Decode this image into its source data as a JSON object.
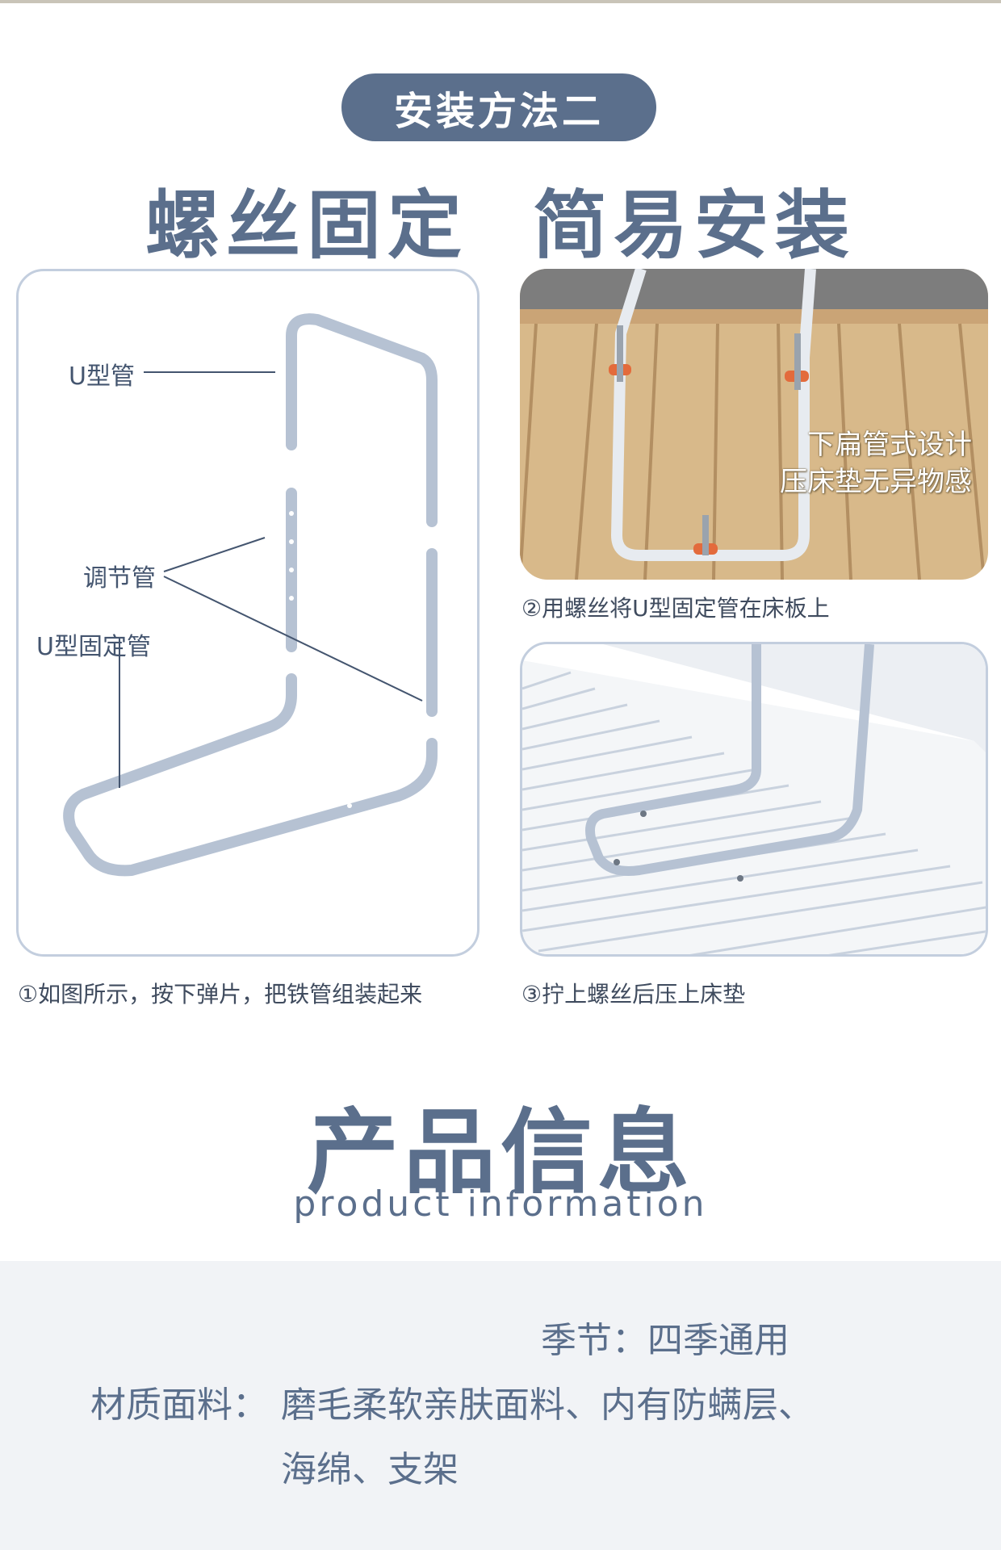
{
  "method_badge": "安装方法二",
  "headline": "螺丝固定  简易安装",
  "diagram": {
    "label_u_tube": "U型管",
    "label_adjust_tube": "调节管",
    "label_u_fix_tube": "U型固定管",
    "caption": "①如图所示，按下弹片，把铁管组装起来"
  },
  "photo": {
    "overlay_line1": "下扁管式设计",
    "overlay_line2": "压床垫无异物感",
    "caption": "②用螺丝将U型固定管在床板上"
  },
  "slats": {
    "caption": "③拧上螺丝后压上床垫"
  },
  "product_info": {
    "title": "产品信息",
    "subtitle": "product information",
    "season": "季节：四季通用",
    "material_label": "材质面料：",
    "material_value_line1": "磨毛柔软亲肤面料、内有防螨层、",
    "material_value_line2": "海绵、支架"
  },
  "colors": {
    "accent": "#5b6f8c",
    "panel_border": "#c3cede",
    "tube": "#b6c2d3",
    "wood": "#d8b98a",
    "info_bg": "#f1f3f6"
  }
}
